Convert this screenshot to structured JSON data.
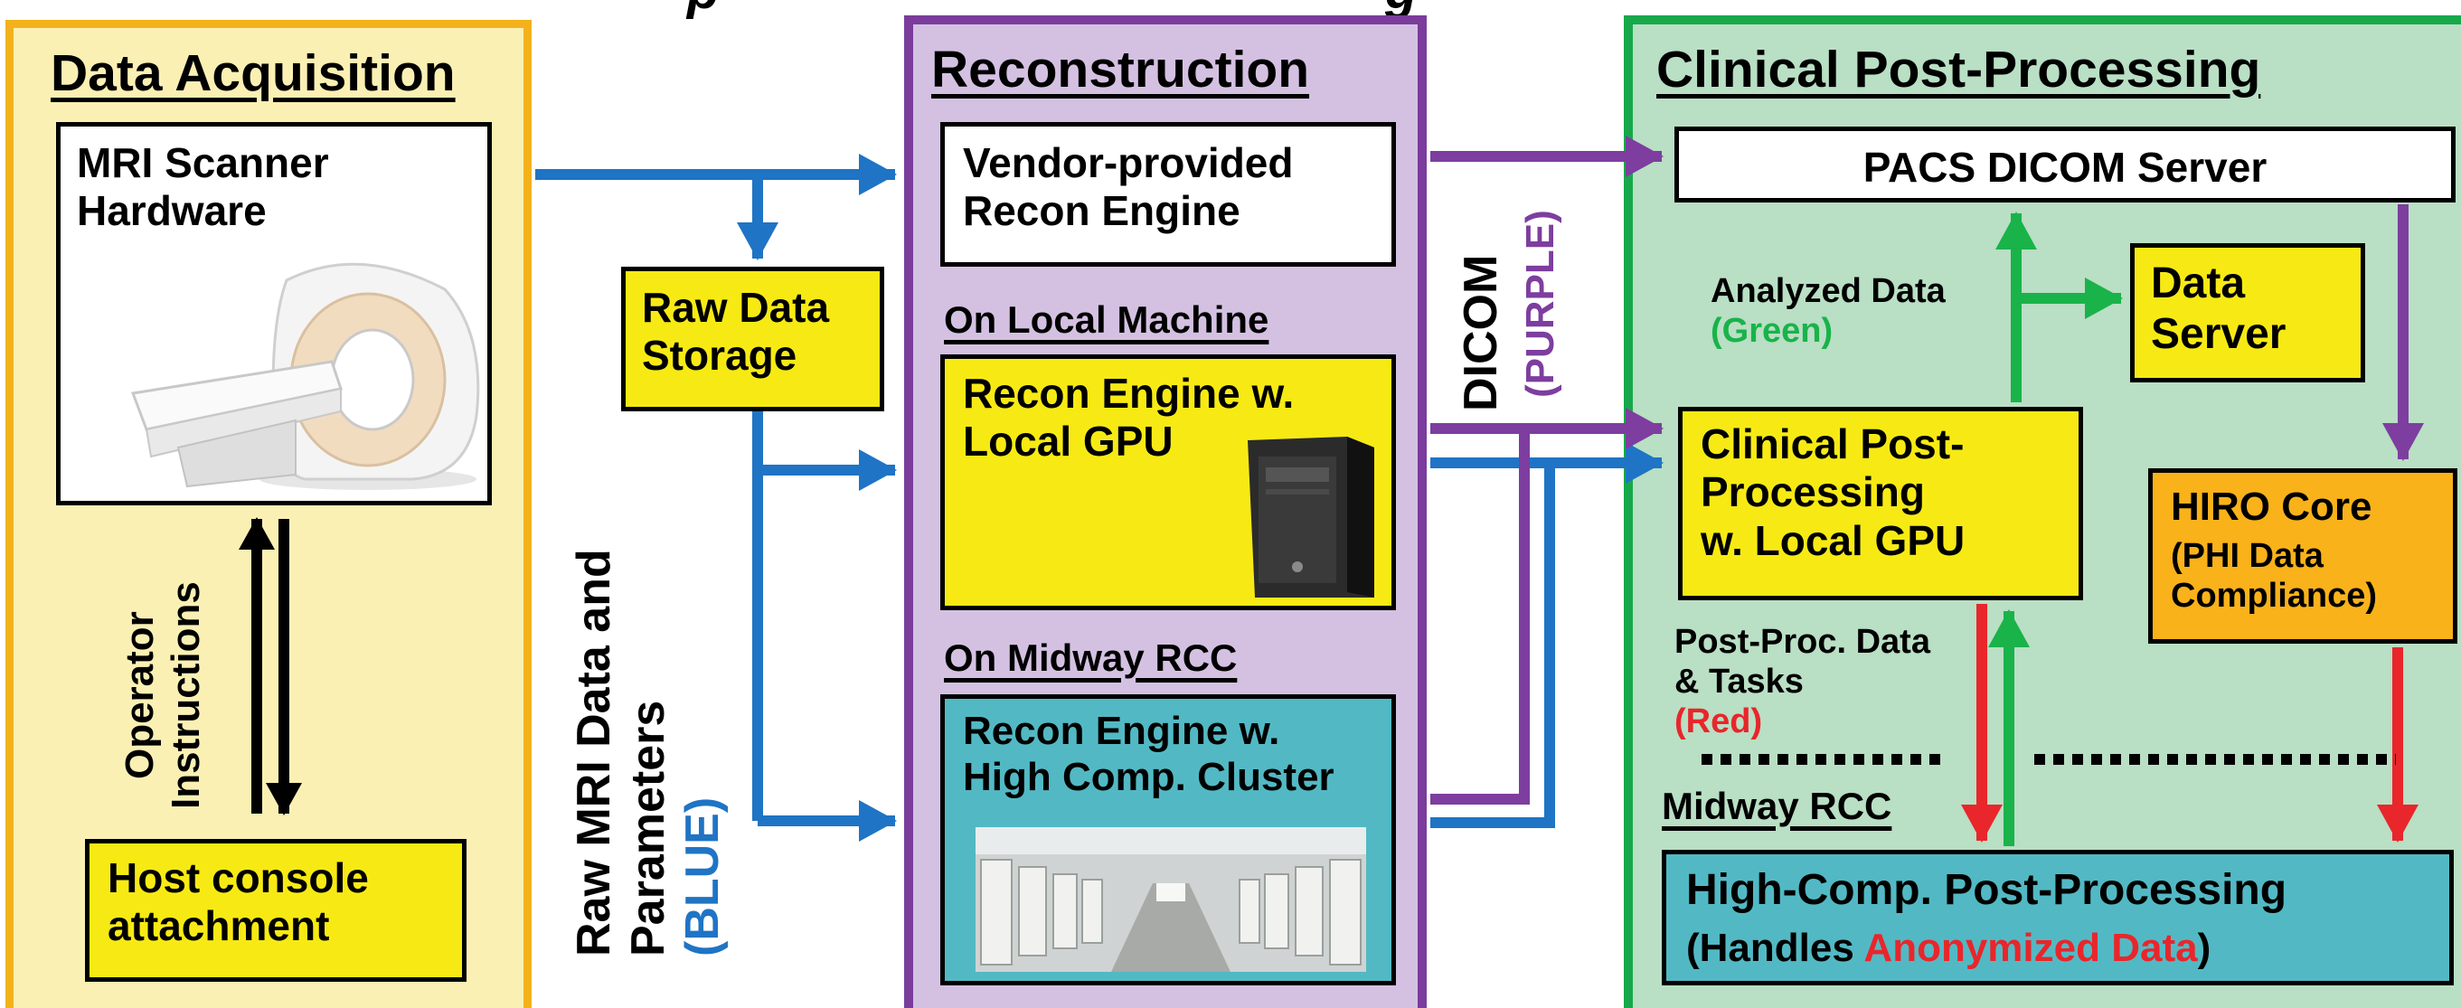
{
  "page_title_fragment": "p",
  "page_title_fragment_right": "g",
  "acquisition": {
    "title": "Data Acquisition",
    "scanner_label": [
      "MRI Scanner",
      "Hardware"
    ],
    "operator_label": [
      "Operator",
      "Instructions"
    ],
    "host_console": [
      "Host console",
      "attachment"
    ]
  },
  "raw_storage": [
    "Raw Data",
    "Storage"
  ],
  "raw_flow_label": {
    "line1": "Raw MRI Data and",
    "line2_prefix": "Parameters ",
    "line2_colored": "(BLUE)"
  },
  "reconstruction": {
    "title": "Reconstruction",
    "vendor_engine": [
      "Vendor-provided",
      "Recon Engine"
    ],
    "local_heading": "On Local Machine",
    "local_engine": [
      "Recon Engine w.",
      "Local GPU"
    ],
    "midway_heading": "On Midway RCC",
    "cluster_engine": [
      "Recon Engine w.",
      "High Comp. Cluster"
    ]
  },
  "dicom_label": {
    "word": "DICOM",
    "color_word": "(PURPLE)"
  },
  "post_processing": {
    "title": "Clinical Post-Processing",
    "pacs": "PACS DICOM Server",
    "analyzed_label": "Analyzed Data",
    "analyzed_color": "(Green)",
    "data_server": [
      "Data",
      "Server"
    ],
    "clinical_gpu": [
      "Clinical Post-",
      "Processing",
      "w. Local GPU"
    ],
    "hiro": {
      "title": "HIRO Core",
      "sub": [
        "(PHI Data",
        "Compliance)"
      ]
    },
    "postproc_label": [
      "Post-Proc. Data",
      "& Tasks "
    ],
    "postproc_color": "(Red)",
    "midway_label": "Midway RCC",
    "high_comp_title": "High-Comp. Post-Processing",
    "high_comp_sub_prefix": "(Handles ",
    "high_comp_sub_colored": "Anonymized Data",
    "high_comp_sub_suffix": ")"
  },
  "colors": {
    "acquisition_bg": "#fbf0b4",
    "acquisition_border": "#f3b21c",
    "recon_bg": "#d4c1e2",
    "recon_border": "#7b3c9c",
    "post_bg": "#b9dfc4",
    "post_border": "#17a84b",
    "box_yellow": "#f7ea14",
    "box_orange": "#f9b21a",
    "box_teal": "#52b9c4",
    "blue_flow": "#1f74c5",
    "purple_flow": "#7d3e9f",
    "green_flow": "#19b34a",
    "red_flow": "#e8262b",
    "black_flow": "#000000"
  }
}
